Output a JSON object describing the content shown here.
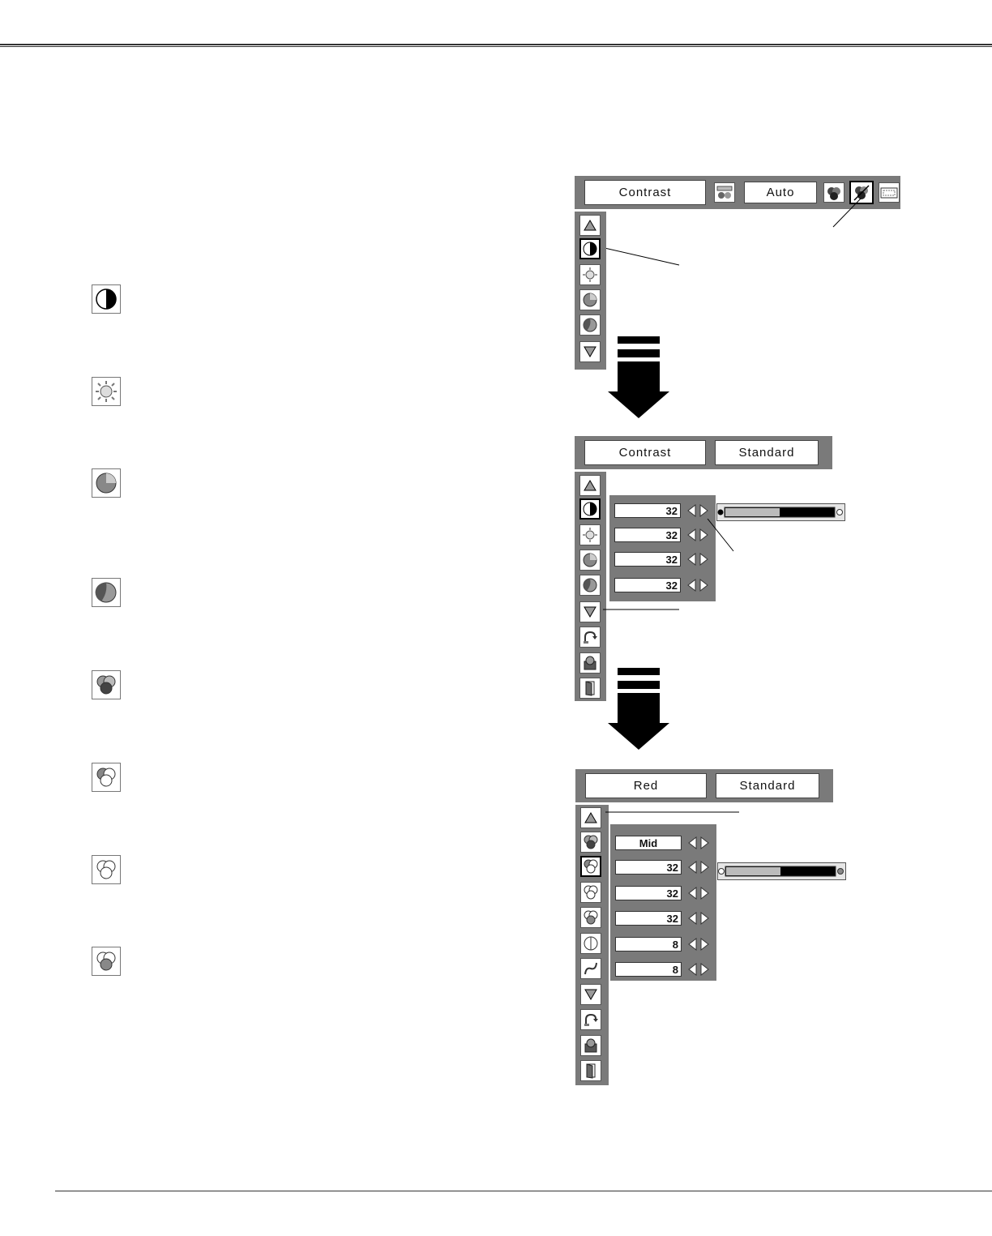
{
  "panel1": {
    "label": "Contrast",
    "mode": "Auto"
  },
  "panel2": {
    "label": "Contrast",
    "mode": "Standard",
    "values": [
      "32",
      "32",
      "32",
      "32"
    ],
    "slider_fraction": 0.5
  },
  "panel3": {
    "label": "Red",
    "mode": "Standard",
    "values": [
      "Mid",
      "32",
      "32",
      "32",
      "8",
      "8"
    ],
    "slider_fraction": 0.5
  },
  "left_icons": [
    "contrast-icon",
    "brightness-icon",
    "color-icon",
    "tint-icon",
    "red-icon",
    "green-icon",
    "blue-icon",
    "sharpness-icon"
  ],
  "colors": {
    "panel_gray": "#7a7a7a",
    "arrow_black": "#000000"
  }
}
